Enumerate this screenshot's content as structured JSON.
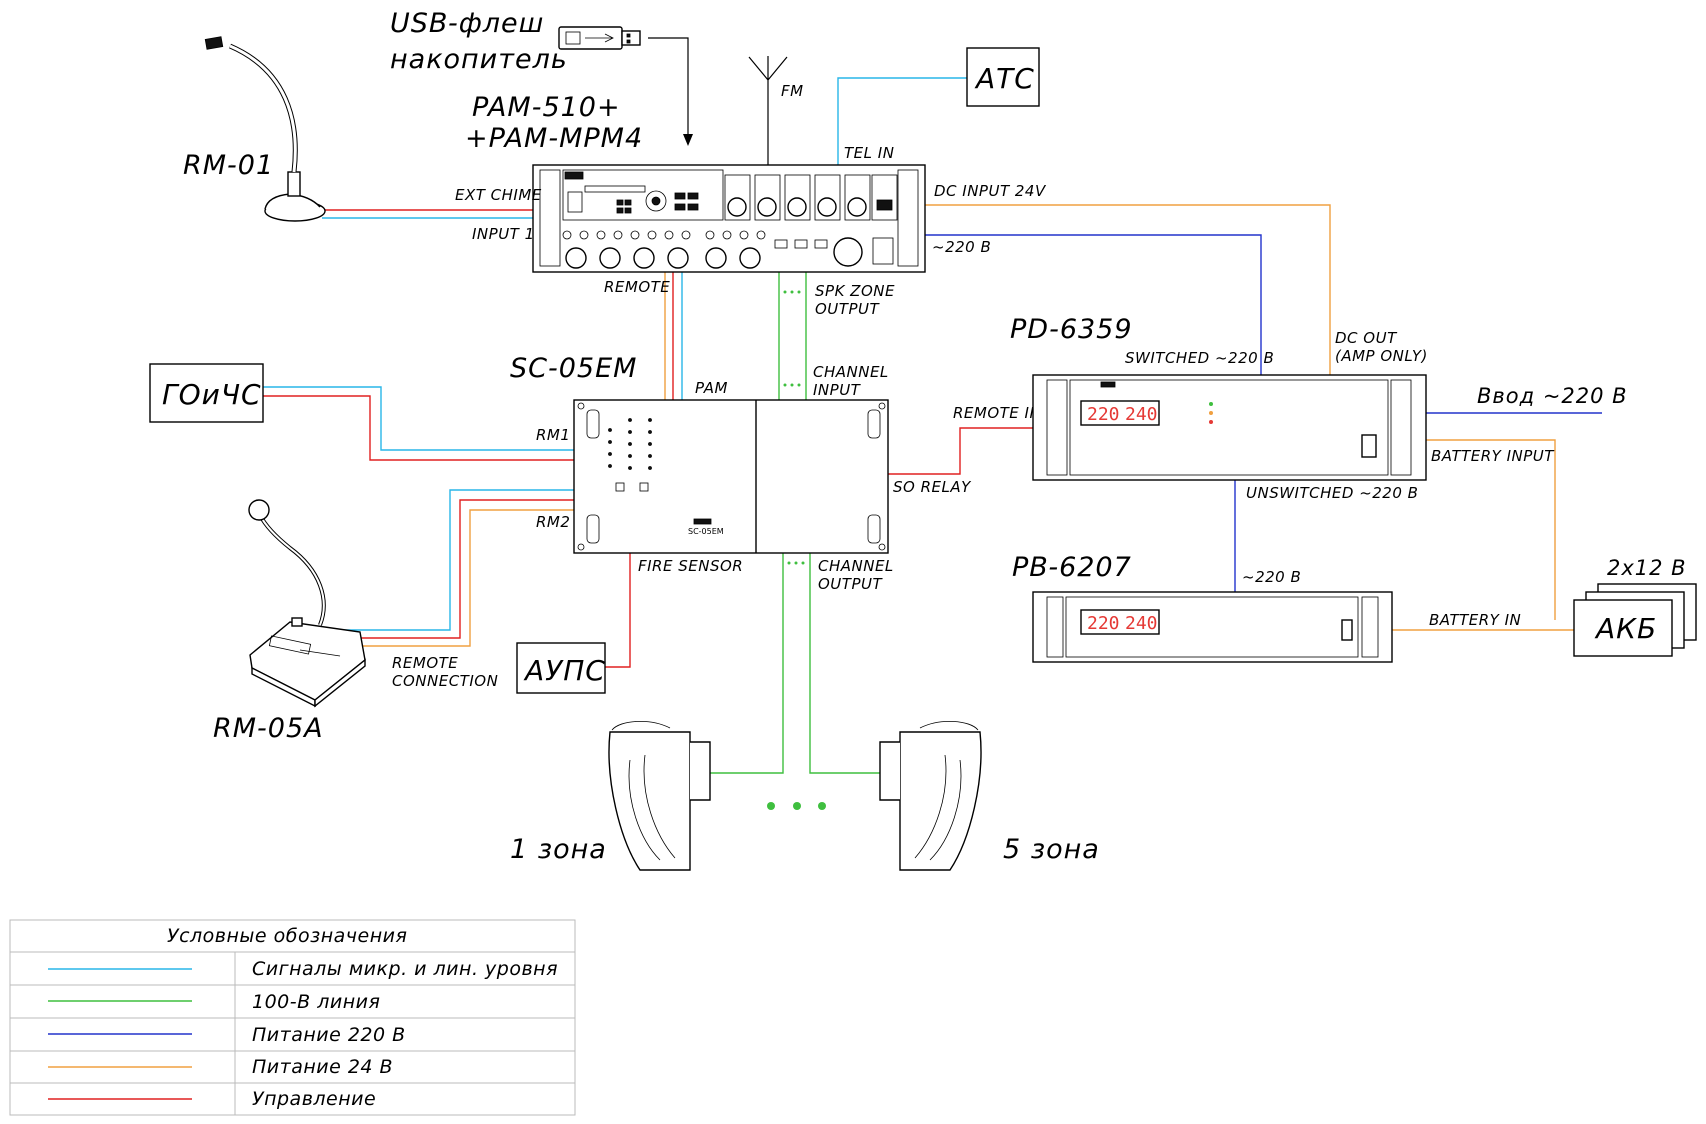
{
  "colors": {
    "signal": "#29b6e8",
    "line100v": "#3fbf3f",
    "power220": "#2233cc",
    "power24": "#f0a040",
    "control": "#e02020"
  },
  "devices": {
    "usb_label_1": "USB-флеш",
    "usb_label_2": "накопитель",
    "pam_label_1": "PAM-510+",
    "pam_label_2": "+PAM-MPM4",
    "rm01_label": "RM-01",
    "ats_label": "АТС",
    "gochs_label": "ГОиЧС",
    "sc05em_label": "SC-05EM",
    "sc05em_panel": "SC-05EM",
    "rm05a_label": "RM-05A",
    "aups_label": "АУПС",
    "pd6359_label": "PD-6359",
    "pb6207_label": "PB-6207",
    "akb_label": "АКБ",
    "akb_count": "2x12 В",
    "fm_label": "FM",
    "display_left": "220",
    "display_right": "240"
  },
  "ports": {
    "ext_chime": "EXT CHIME",
    "input1": "INPUT 1",
    "tel_in": "TEL IN",
    "dc_input": "DC INPUT 24V",
    "ac220_pam": "~220 В",
    "remote": "REMOTE",
    "spk_zone_1": "SPK ZONE",
    "spk_zone_2": "OUTPUT",
    "pam": "PAM",
    "channel_input_1": "CHANNEL",
    "channel_input_2": "INPUT",
    "rm1": "RM1",
    "rm2": "RM2",
    "fire_sensor": "FIRE SENSOR",
    "channel_output_1": "CHANNEL",
    "channel_output_2": "OUTPUT",
    "so_relay": "SO RELAY",
    "remote_in": "REMOTE IN",
    "switched": "SWITCHED ~220 В",
    "dc_out_1": "DC OUT",
    "dc_out_2": "(AMP ONLY)",
    "vvod": "Ввод ~220 В",
    "battery_input": "BATTERY INPUT",
    "unswitched": "UNSWITCHED ~220 В",
    "ac220_pb": "~220 В",
    "battery_in": "BATTERY IN",
    "remote_connection_1": "REMOTE",
    "remote_connection_2": "CONNECTION"
  },
  "zones": {
    "zone1": "1 зона",
    "zone5": "5 зона"
  },
  "legend": {
    "title": "Условные обозначения",
    "items": [
      {
        "label": "Сигналы микр. и лин. уровня",
        "color": "#29b6e8"
      },
      {
        "label": "100-В линия",
        "color": "#3fbf3f"
      },
      {
        "label": "Питание 220 В",
        "color": "#2233cc"
      },
      {
        "label": "Питание 24 В",
        "color": "#f0a040"
      },
      {
        "label": "Управление",
        "color": "#e02020"
      }
    ]
  }
}
